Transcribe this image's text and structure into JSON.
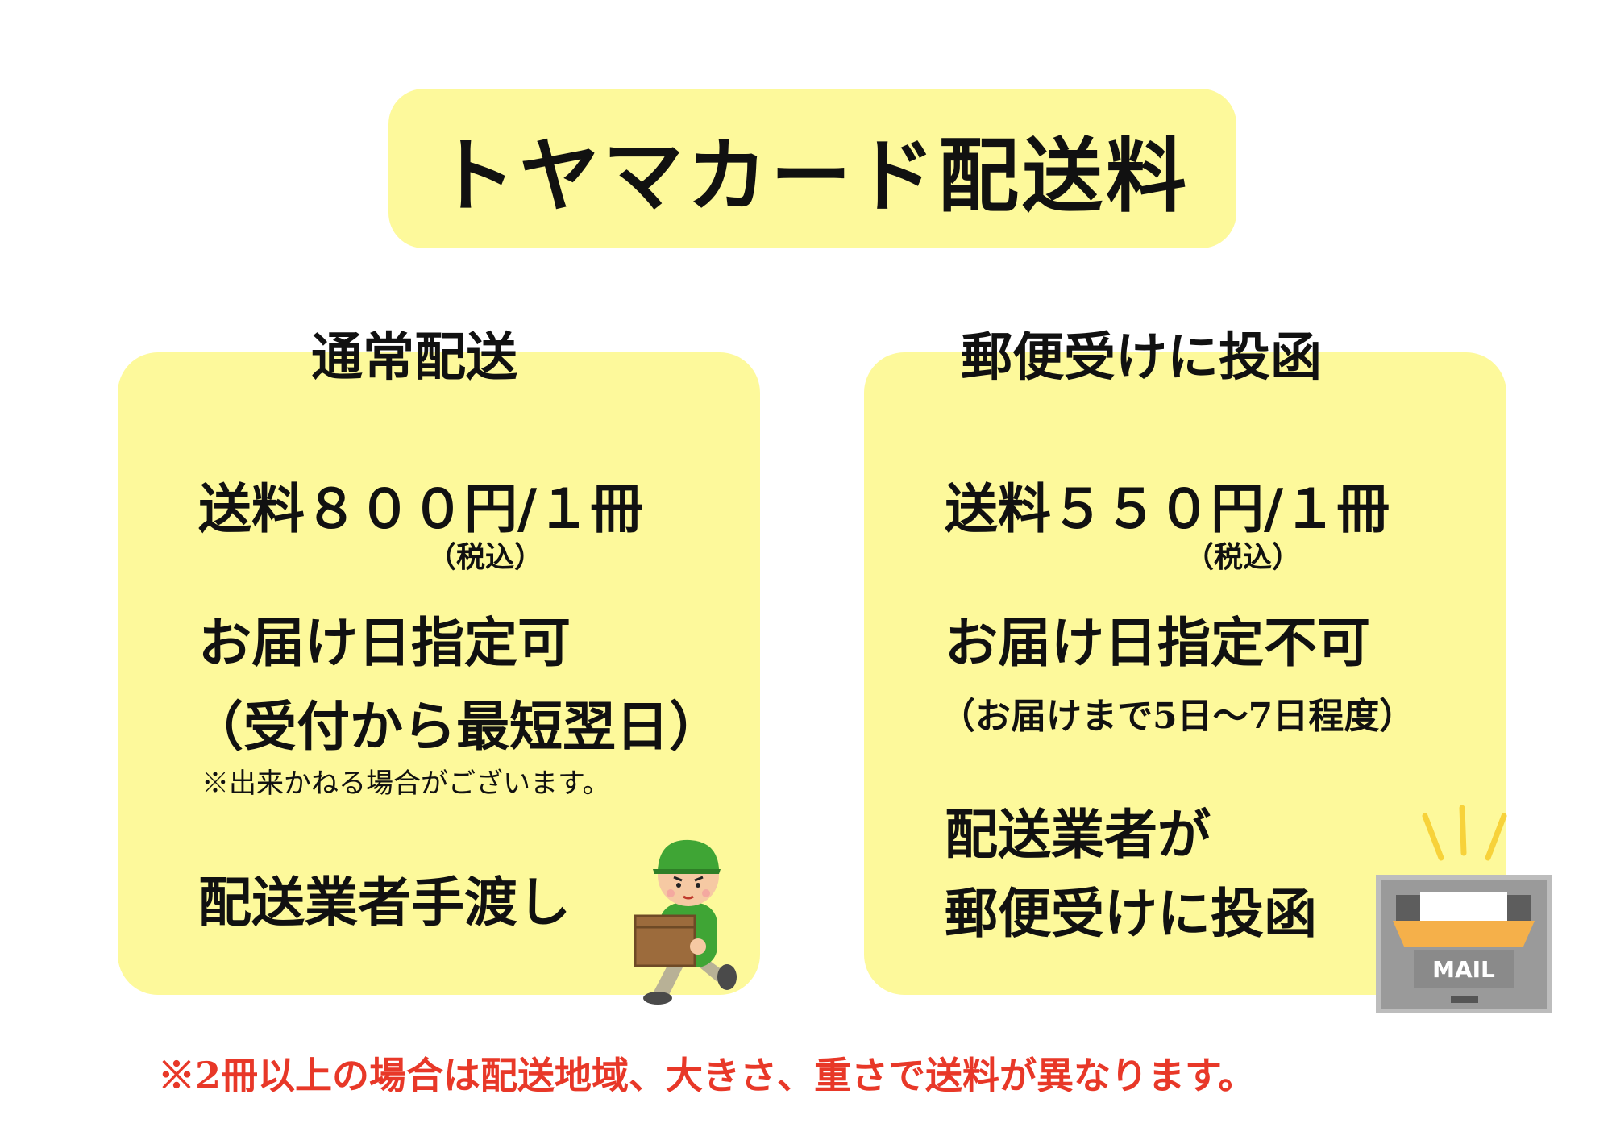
{
  "title": "トヤマカード配送料",
  "standard": {
    "heading": "通常配送",
    "fee": "送料８００円/１冊",
    "tax": "（税込）",
    "date_option": "お届け日指定可",
    "timing": "（受付から最短翌日）",
    "note": "※出来かねる場合がございます。",
    "method": "配送業者手渡し"
  },
  "mailbox": {
    "heading": "郵便受けに投函",
    "fee": "送料５５０円/１冊",
    "tax": "（税込）",
    "date_option": "お届け日指定不可",
    "timing": "（お届けまで5日〜7日程度）",
    "method_line1": "配送業者が",
    "method_line2": "郵便受けに投函",
    "mailbox_label": "MAIL"
  },
  "footer_note": "※2冊以上の場合は配送地域、大きさ、重さで送料が異なります。",
  "colors": {
    "card_bg": "#fdf99b",
    "note_red": "#e83828",
    "uniform_green": "#3fa535",
    "parcel_brown": "#9c6b3c",
    "mailbox_gray": "#9a9a9a",
    "envelope_orange": "#f5b04a"
  }
}
